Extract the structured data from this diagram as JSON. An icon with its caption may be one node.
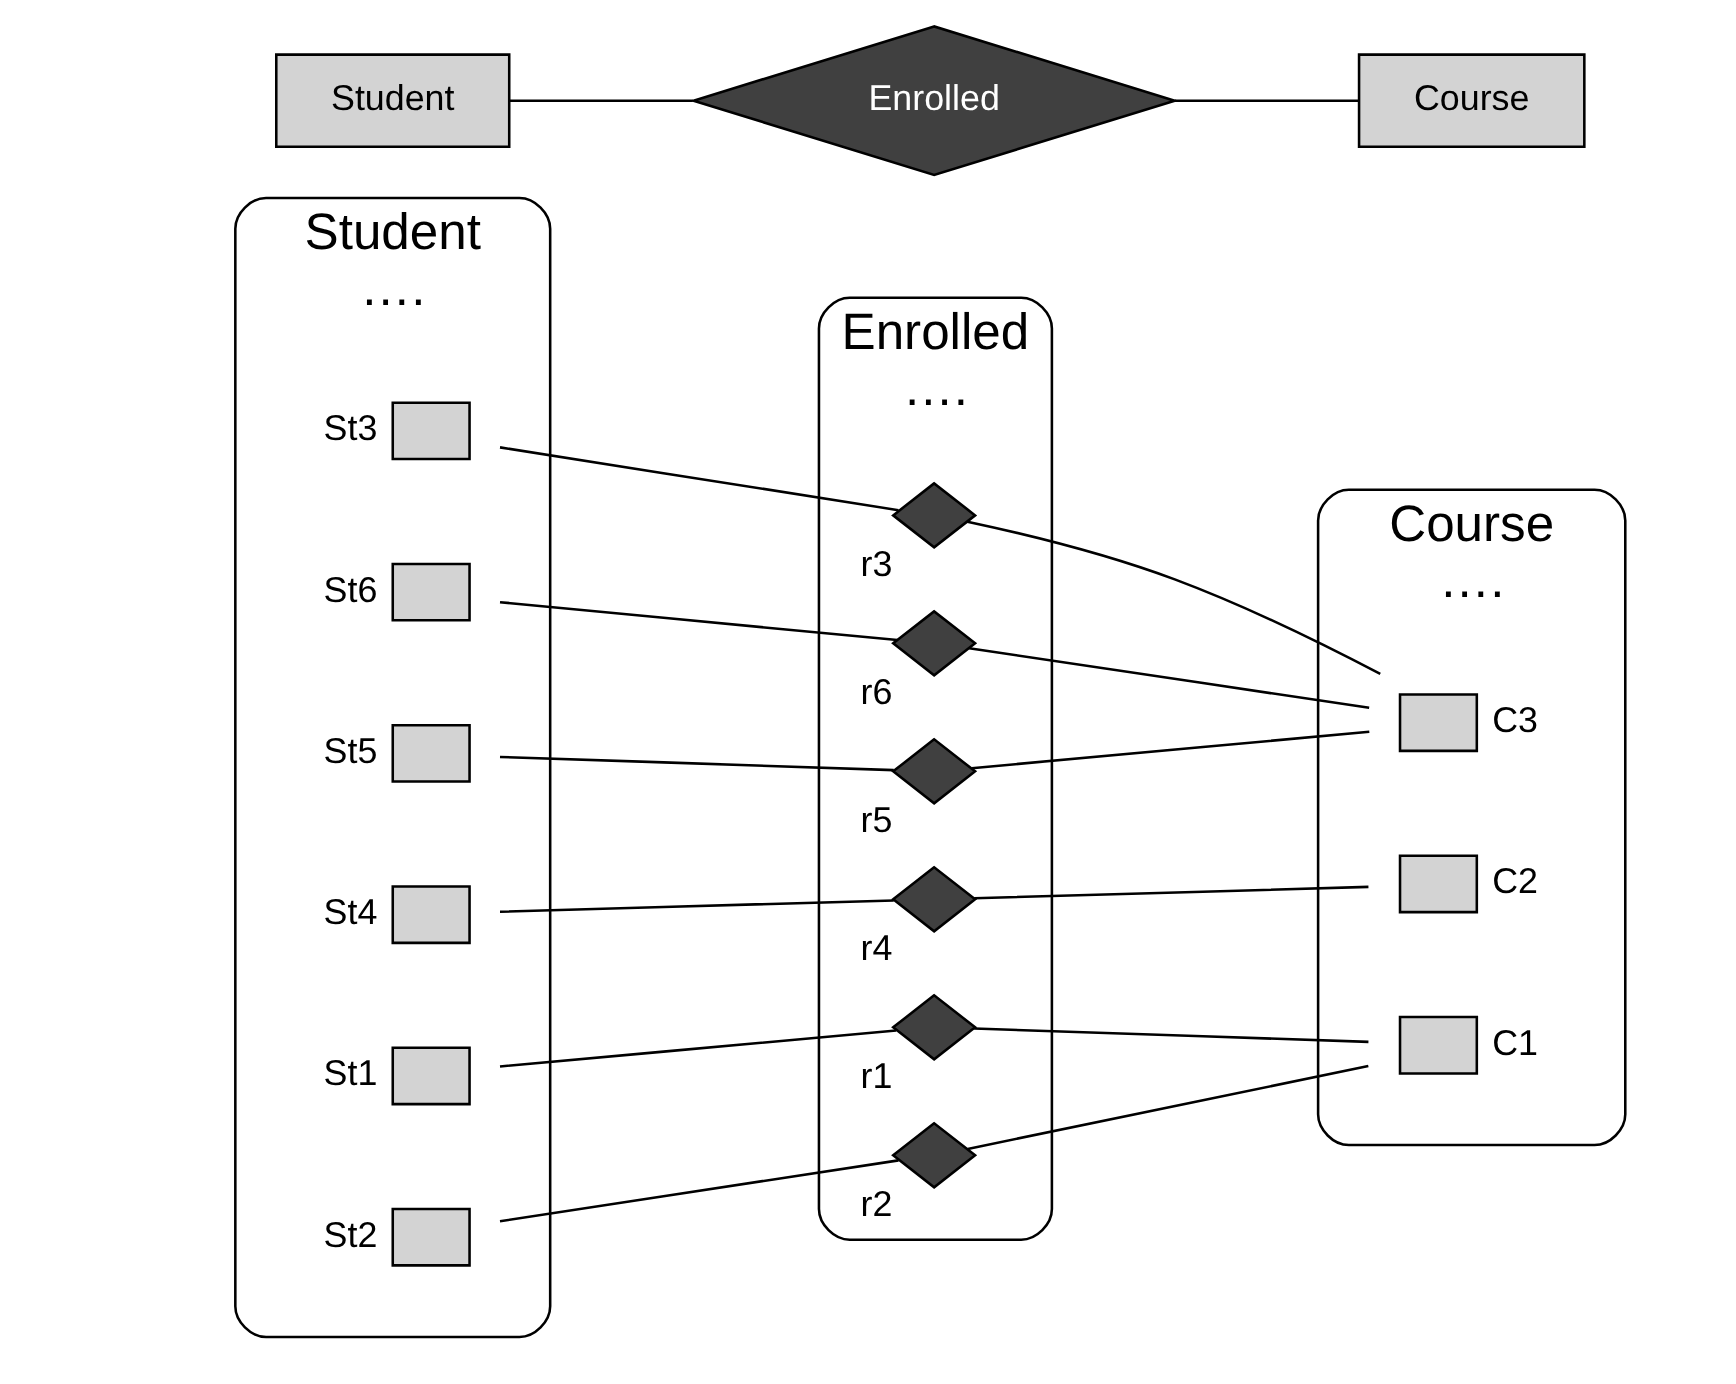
{
  "diagram": {
    "nodes": [
      {
        "text": [
          "Student",
          "…."
        ]
      },
      {
        "text": [],
        "shape": "box",
        "in": 0,
        "beside": [
          "St1"
        ]
      },
      {
        "text": [],
        "shape": "box",
        "in": 0,
        "beside": [
          "St2"
        ]
      },
      {
        "text": [],
        "shape": "box",
        "in": 0,
        "beside": [
          "St3"
        ]
      },
      {
        "text": [],
        "shape": "box",
        "in": 0,
        "beside": [
          "St4"
        ]
      },
      {
        "text": [],
        "shape": "box",
        "in": 0,
        "beside": [
          "St5"
        ]
      },
      {
        "text": [],
        "shape": "box",
        "in": 0,
        "beside": [
          "St6"
        ]
      },
      {
        "text": [
          "Enrolled",
          "…."
        ]
      },
      {
        "text": [],
        "shape": "diamond",
        "in": 7,
        "beside": [
          "r1"
        ]
      },
      {
        "text": [],
        "shape": "diamond",
        "in": 7,
        "beside": [
          "r2"
        ]
      },
      {
        "text": [],
        "shape": "diamond",
        "in": 7,
        "beside": [
          "r3"
        ]
      },
      {
        "text": [],
        "shape": "diamond",
        "in": 7,
        "beside": [
          "r4"
        ]
      },
      {
        "text": [],
        "shape": "diamond",
        "in": 7,
        "beside": [
          "r5"
        ]
      },
      {
        "text": [],
        "shape": "diamond",
        "in": 7,
        "beside": [
          "r6"
        ]
      },
      {
        "text": [
          "Course",
          "…."
        ]
      },
      {
        "text": [],
        "shape": "box",
        "in": 14,
        "beside": [
          "C1"
        ]
      },
      {
        "text": [],
        "shape": "box",
        "in": 14,
        "beside": [
          "C2"
        ]
      },
      {
        "text": [],
        "shape": "box",
        "in": 14,
        "beside": [
          "C3"
        ]
      },
      {
        "text": [
          "Student"
        ]
      },
      {
        "text": [
          "Enrolled"
        ]
      },
      {
        "text": [
          "Course"
        ]
      }
    ],
    "edges": [
      {
        "from": 1,
        "to": 8,
        "arrow": "none"
      },
      {
        "from": 8,
        "to": 15,
        "arrow": "none"
      },
      {
        "from": 2,
        "to": 9,
        "arrow": "none"
      },
      {
        "from": 9,
        "to": 15,
        "arrow": "none"
      },
      {
        "from": 3,
        "to": 10,
        "arrow": "none"
      },
      {
        "from": 10,
        "to": 17,
        "arrow": "none"
      },
      {
        "from": 4,
        "to": 11,
        "arrow": "none"
      },
      {
        "from": 11,
        "to": 16,
        "arrow": "none"
      },
      {
        "from": 5,
        "to": 12,
        "arrow": "none"
      },
      {
        "from": 12,
        "to": 17,
        "arrow": "none"
      },
      {
        "from": 6,
        "to": 13,
        "arrow": "none"
      },
      {
        "from": 13,
        "to": 17,
        "arrow": "none"
      },
      {
        "from": 18,
        "to": 19,
        "arrow": "none"
      },
      {
        "from": 19,
        "to": 20,
        "arrow": "none"
      }
    ]
  }
}
